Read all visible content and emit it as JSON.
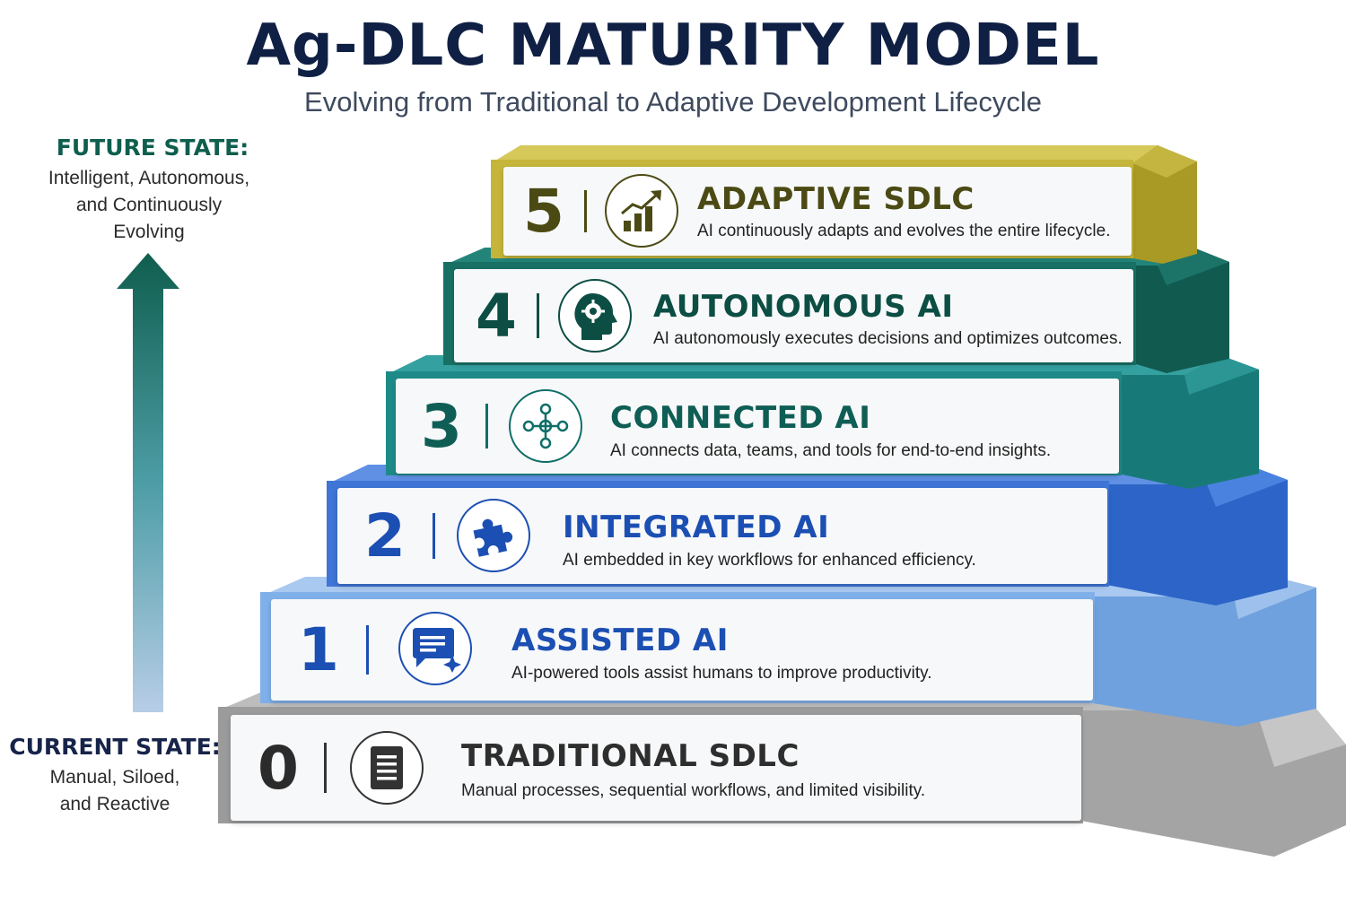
{
  "header": {
    "title": "Ag-DLC MATURITY MODEL",
    "subtitle": "Evolving from Traditional to Adaptive Development Lifecycle"
  },
  "future": {
    "heading": "FUTURE STATE:",
    "description": "Intelligent, Autonomous,\nand Continuously\nEvolving"
  },
  "current": {
    "heading": "CURRENT STATE:",
    "description": "Manual, Siloed,\nand Reactive"
  },
  "colors": {
    "title": "#0f2044",
    "level5": "#c5b53a",
    "level4": "#187064",
    "level3": "#1e8a88",
    "level2": "#3e75d6",
    "level1": "#8bb8ec",
    "level0": "#a8a8a8",
    "arrow_top": "#0f5e4e",
    "arrow_bottom": "#a9c4e2"
  },
  "levels": [
    {
      "number": "0",
      "title": "TRADITIONAL SDLC",
      "description": "Manual processes, sequential workflows, and limited visibility.",
      "icon": "document-icon"
    },
    {
      "number": "1",
      "title": "ASSISTED AI",
      "description": "AI-powered tools assist humans to improve productivity.",
      "icon": "chat-sparkle-icon"
    },
    {
      "number": "2",
      "title": "INTEGRATED AI",
      "description": "AI embedded in key workflows for enhanced efficiency.",
      "icon": "puzzle-icon"
    },
    {
      "number": "3",
      "title": "CONNECTED AI",
      "description": "AI connects data, teams, and tools for end-to-end insights.",
      "icon": "network-icon"
    },
    {
      "number": "4",
      "title": "AUTONOMOUS AI",
      "description": "AI autonomously executes decisions and optimizes outcomes.",
      "icon": "head-gear-icon"
    },
    {
      "number": "5",
      "title": "ADAPTIVE SDLC",
      "description": "AI continuously adapts and evolves the entire lifecycle.",
      "icon": "growth-chart-icon"
    }
  ]
}
